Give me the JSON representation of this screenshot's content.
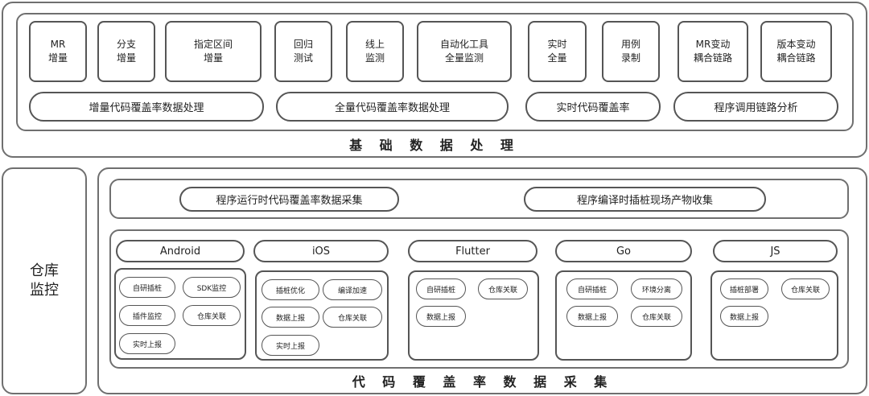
{
  "basic": {
    "title": "基 础 数 据 处 理",
    "tiles": [
      "MR\n增量",
      "分支\n增量",
      "指定区间\n增量",
      "回归\n测试",
      "线上\n监测",
      "自动化工具\n全量监测",
      "实时\n全量",
      "用例\n录制",
      "MR变动\n耦合链路",
      "版本变动\n耦合链路"
    ],
    "bars": [
      "增量代码覆盖率数据处理",
      "全量代码覆盖率数据处理",
      "实时代码覆盖率",
      "程序调用链路分析"
    ]
  },
  "repo": {
    "label": "仓库\n监控"
  },
  "collect": {
    "title": "代 码 覆 盖 率 数 据 采 集",
    "top_bars": [
      "程序运行时代码覆盖率数据采集",
      "程序编译时插桩现场产物收集"
    ],
    "platforms": [
      {
        "name": "Android",
        "items": [
          "自研插桩",
          "SDK监控",
          "插件监控",
          "仓库关联",
          "实时上报"
        ]
      },
      {
        "name": "iOS",
        "items": [
          "插桩优化",
          "编译加速",
          "数据上报",
          "仓库关联",
          "实时上报"
        ]
      },
      {
        "name": "Flutter",
        "items": [
          "自研插桩",
          "仓库关联",
          "数据上报"
        ]
      },
      {
        "name": "Go",
        "items": [
          "自研插桩",
          "环境分离",
          "数据上报",
          "仓库关联"
        ]
      },
      {
        "name": "JS",
        "items": [
          "插桩部署",
          "仓库关联",
          "数据上报"
        ]
      }
    ]
  }
}
